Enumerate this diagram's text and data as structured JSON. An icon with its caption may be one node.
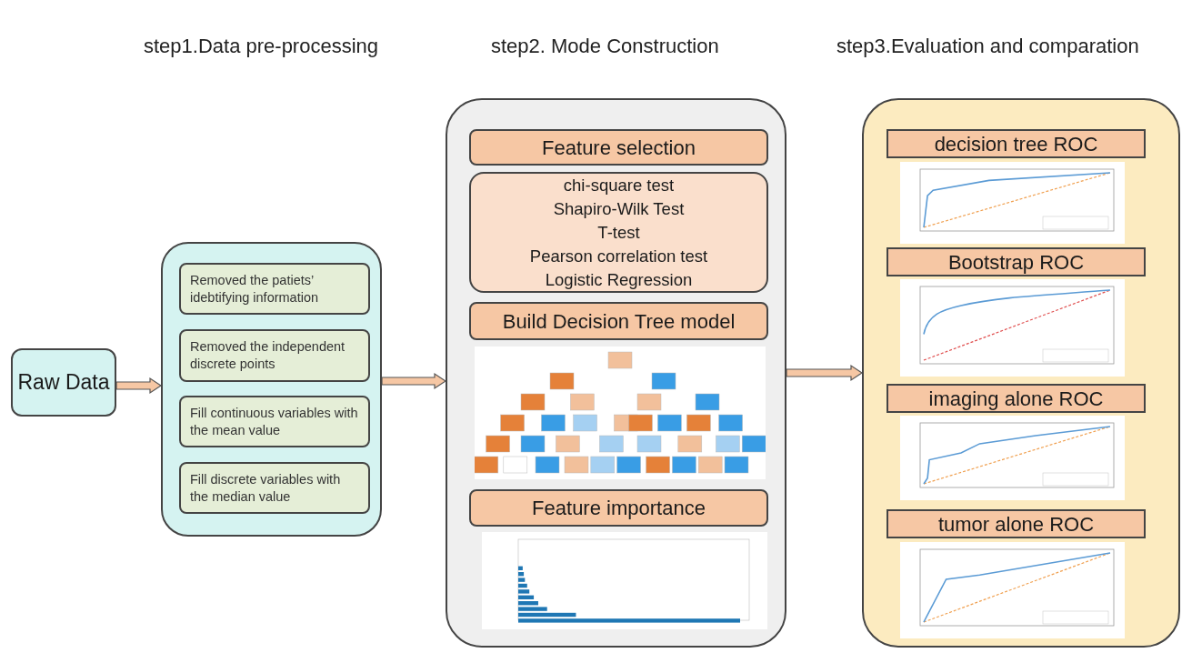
{
  "diagram": {
    "nodes": [
      {
        "text": [
          "Raw Data"
        ]
      },
      {
        "text": [],
        "shape": "box"
      },
      {
        "text": [
          "Removed the patiets’ idebtifying information"
        ],
        "in": 1
      },
      {
        "text": [
          "Removed the independent discrete points"
        ],
        "in": 1
      },
      {
        "text": [
          "Fill continuous variables with the mean value"
        ],
        "in": 1
      },
      {
        "text": [
          "Fill discrete variables with the median value"
        ],
        "in": 1
      },
      {
        "text": [],
        "shape": "box"
      },
      {
        "text": [
          "Feature selection"
        ],
        "in": 6
      },
      {
        "text": [
          "chi-square test",
          "Shapiro-Wilk Test",
          "T-test",
          "Pearson correlation test",
          "Logistic Regression"
        ],
        "in": 6
      },
      {
        "text": [
          "Build Decision Tree model"
        ],
        "in": 6
      },
      {
        "text": [],
        "shape": "picture",
        "in": 6
      },
      {
        "text": [
          "Feature importance"
        ],
        "in": 6
      },
      {
        "text": [],
        "shape": "picture",
        "in": 6
      },
      {
        "text": [],
        "shape": "box"
      },
      {
        "text": [
          "decision tree ROC"
        ],
        "in": 13
      },
      {
        "text": [],
        "shape": "picture",
        "in": 13
      },
      {
        "text": [
          "Bootstrap ROC"
        ],
        "in": 13
      },
      {
        "text": [],
        "shape": "picture",
        "in": 13
      },
      {
        "text": [
          "imaging alone ROC"
        ],
        "in": 13
      },
      {
        "text": [],
        "shape": "picture",
        "in": 13
      },
      {
        "text": [
          "tumor alone ROC"
        ],
        "in": 13
      },
      {
        "text": [],
        "shape": "picture",
        "in": 13
      }
    ],
    "labels": [
      "step1.Data pre-processing",
      "step2. Mode Construction",
      "step3.Evaluation and comparation"
    ],
    "edges": [
      {
        "from": 0,
        "to": 1,
        "arrow": "to"
      },
      {
        "from": 1,
        "to": 6,
        "arrow": "to"
      },
      {
        "from": 6,
        "to": 13,
        "arrow": "to"
      }
    ]
  }
}
